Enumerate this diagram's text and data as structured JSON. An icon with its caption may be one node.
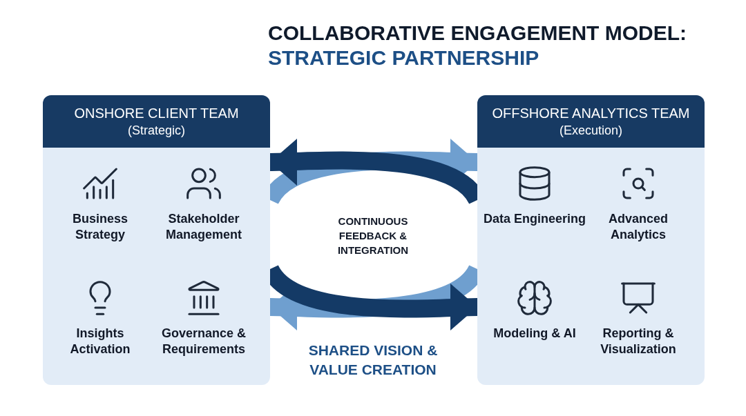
{
  "diagram": {
    "title": "COLLABORATIVE ENGAGEMENT MODEL:",
    "nodes": [
      {
        "text": [
          "ONSHORE CLIENT TEAM",
          "(Strategic)"
        ]
      },
      {
        "text": [
          "Business Strategy"
        ],
        "in": 0
      },
      {
        "text": [
          "Stakeholder Management"
        ],
        "in": 0
      },
      {
        "text": [
          "Insights Activation"
        ],
        "in": 0
      },
      {
        "text": [
          "Governance & Requirements"
        ],
        "in": 0
      },
      {
        "text": [
          "CONTINUOUS FEEDBACK & INTEGRATION"
        ]
      },
      {
        "text": [
          "OFFSHORE ANALYTICS TEAM",
          "(Execution)"
        ]
      },
      {
        "text": [
          "Data Engineering"
        ],
        "in": 6
      },
      {
        "text": [
          "Advanced Analytics"
        ],
        "in": 6
      },
      {
        "text": [
          "Modeling & AI"
        ],
        "in": 6
      },
      {
        "text": [
          "Reporting & Visualization"
        ],
        "in": 6
      }
    ],
    "edges": [
      {
        "from": 0,
        "to": 6,
        "arrow": "to",
        "color": "#6f9fcf"
      },
      {
        "from": 6,
        "to": 0,
        "arrow": "to",
        "color": "#143a66"
      },
      {
        "from": 6,
        "to": 0,
        "arrow": "to",
        "color": "#6f9fcf"
      },
      {
        "from": 0,
        "to": 6,
        "arrow": "to",
        "color": "#143a66"
      }
    ],
    "labels": [
      "STRATEGIC PARTNERSHIP",
      "SHARED VISION & VALUE CREATION"
    ]
  }
}
